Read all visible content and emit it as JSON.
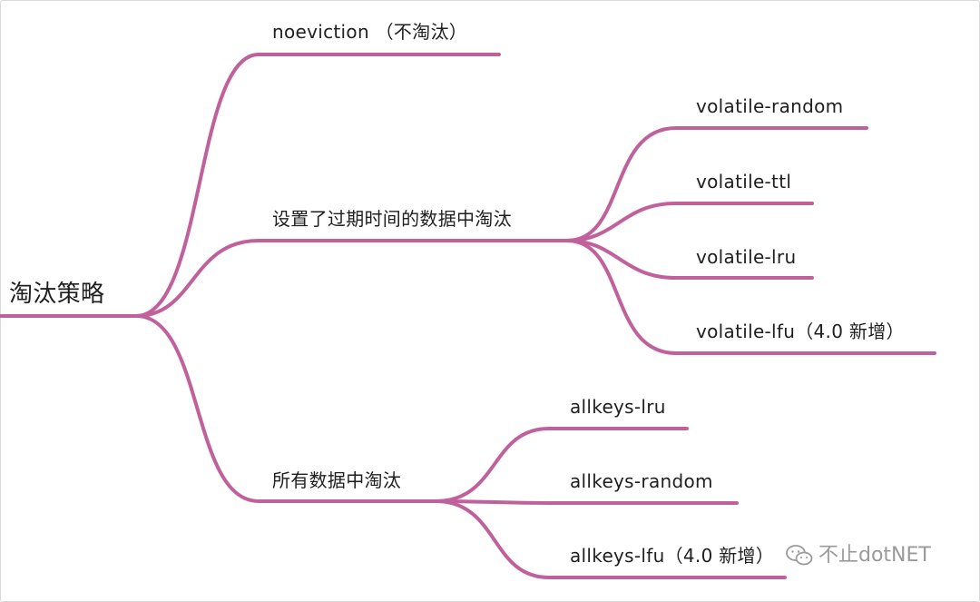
{
  "root": {
    "label": "淘汰策略"
  },
  "branches": {
    "noeviction": {
      "label": "noeviction （不淘汰）"
    },
    "volatile": {
      "label": "设置了过期时间的数据中淘汰",
      "children": [
        {
          "label": "volatile-random"
        },
        {
          "label": "volatile-ttl"
        },
        {
          "label": "volatile-lru"
        },
        {
          "label": "volatile-lfu（4.0 新增）"
        }
      ]
    },
    "allkeys": {
      "label": "所有数据中淘汰",
      "children": [
        {
          "label": "allkeys-lru"
        },
        {
          "label": "allkeys-random"
        },
        {
          "label": "allkeys-lfu（4.0 新增）"
        }
      ]
    }
  },
  "watermark": {
    "text": "不止dotNET",
    "icon": "wechat-icon"
  },
  "colors": {
    "edge": "#c0619c",
    "text": "#1f1f1f",
    "watermark": "#9a9a9a"
  }
}
